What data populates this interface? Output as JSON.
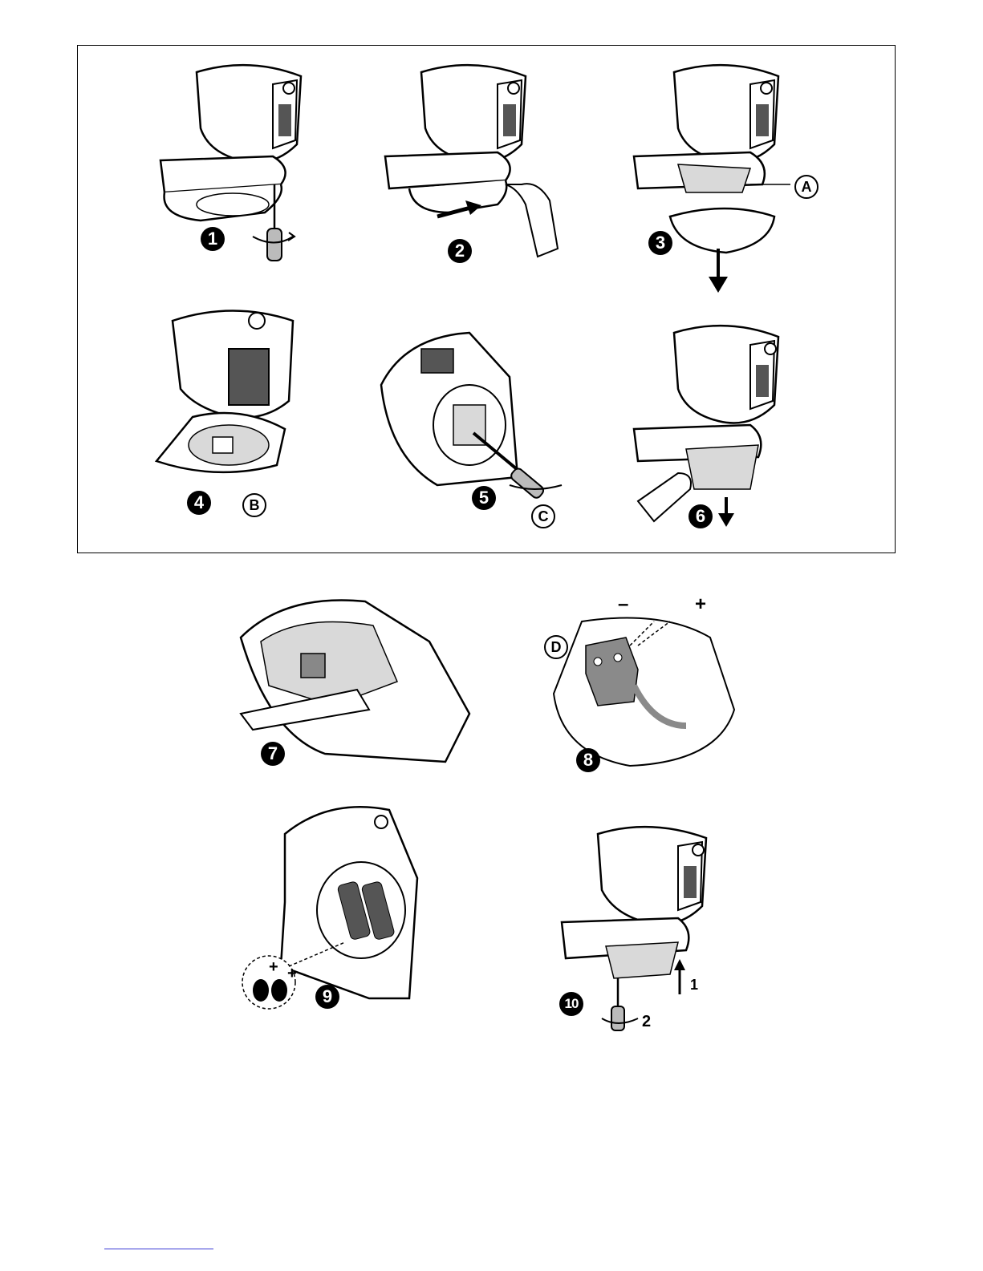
{
  "steps": [
    {
      "badge": "1"
    },
    {
      "badge": "2"
    },
    {
      "badge": "3",
      "callout": "A"
    },
    {
      "badge": "4",
      "callout": "B"
    },
    {
      "badge": "5",
      "callout": "C"
    },
    {
      "badge": "6"
    },
    {
      "badge": "7"
    },
    {
      "badge": "8",
      "callout": "D",
      "minus": "–",
      "plus": "+"
    },
    {
      "badge": "9",
      "plus_a": "+",
      "plus_b": "+"
    },
    {
      "badge": "10",
      "arrow_label": "1",
      "rotate_label": "2"
    }
  ],
  "colors": {
    "ink": "#000000",
    "shade": "#8a8a8a",
    "light": "#d9d9d9",
    "link_rule": "#3b3bd6"
  }
}
